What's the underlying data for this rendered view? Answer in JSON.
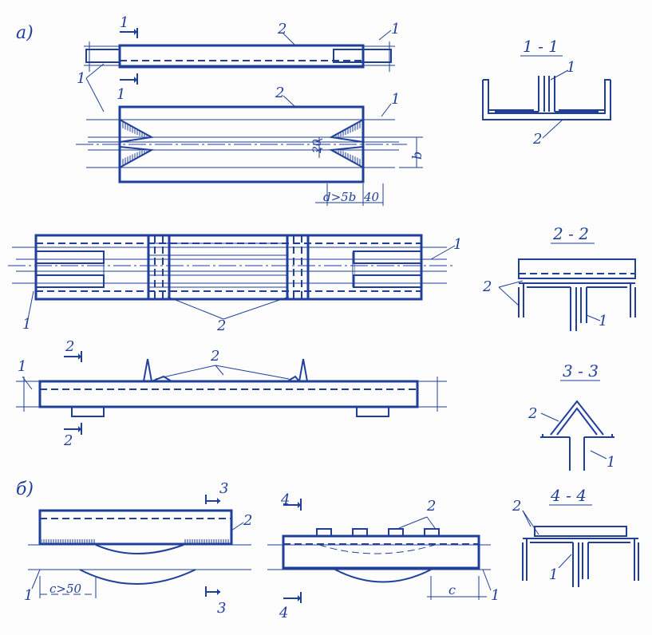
{
  "labels": {
    "part_a": "a)",
    "part_b": "б)",
    "section_1_1": "1 - 1",
    "section_2_2": "2 - 2",
    "section_3_3": "3 - 3",
    "section_4_4": "4 - 4",
    "num_1": "1",
    "num_2": "2",
    "num_3": "3",
    "num_4": "4",
    "dim_20": "20",
    "dim_b": "b",
    "dim_d_5b": "d>5b",
    "dim_40": "40",
    "dim_c_50": "c>50",
    "dim_c": "c"
  },
  "colors": {
    "ink": "#1f3f9a",
    "paper": "#fdfdfd"
  }
}
